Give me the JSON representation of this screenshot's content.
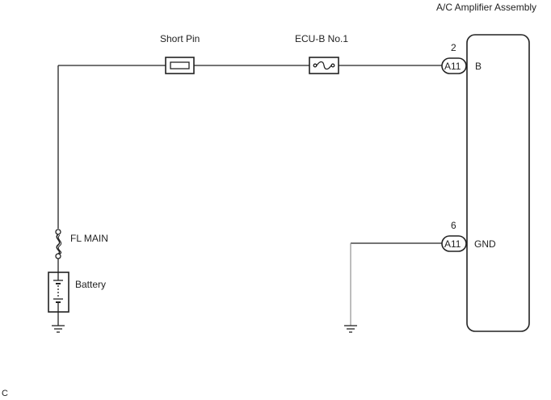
{
  "title": "A/C Amplifier Assembly",
  "components": {
    "short_pin": {
      "label": "Short Pin"
    },
    "fuse_ecu_b": {
      "label": "ECU-B No.1"
    },
    "fusible_link": {
      "label": "FL MAIN"
    },
    "battery": {
      "label": "Battery"
    }
  },
  "connectors": [
    {
      "pin": "2",
      "id": "A11",
      "terminal": "B"
    },
    {
      "pin": "6",
      "id": "A11",
      "terminal": "GND"
    }
  ],
  "footer_code": "C"
}
